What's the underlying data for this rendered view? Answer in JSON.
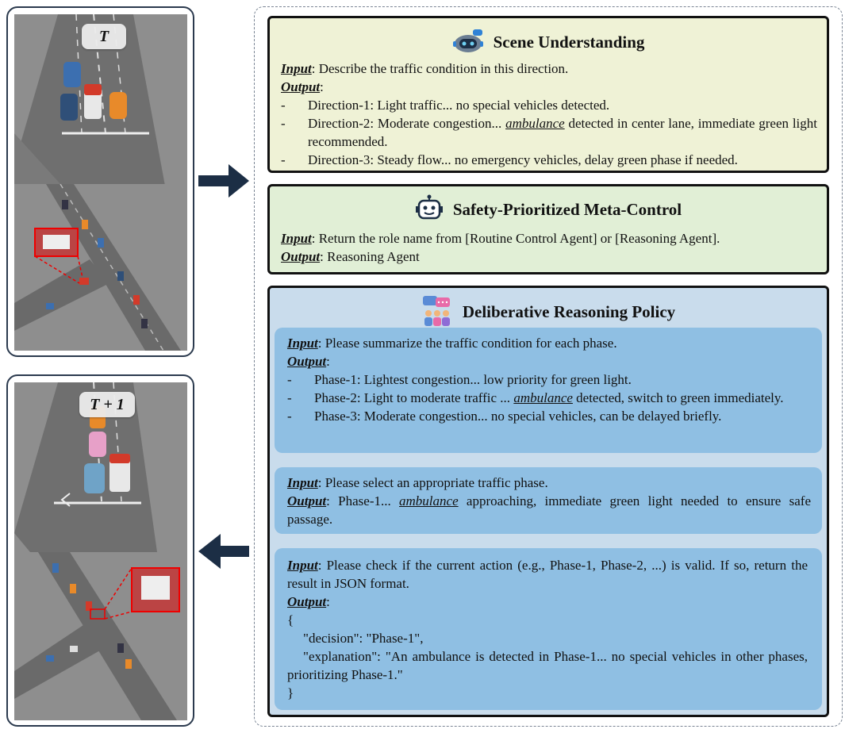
{
  "left": {
    "top_label": "T",
    "bottom_label": "T + 1"
  },
  "scene": {
    "title": "Scene Understanding",
    "input_kw": "Input",
    "input_text": ": Describe the traffic condition in this direction.",
    "output_kw": "Output",
    "items": [
      {
        "pre": "Direction-1: Light traffic... no special vehicles detected.",
        "amb": "",
        "post": ""
      },
      {
        "pre": "Direction-2: Moderate congestion... ",
        "amb": "ambulance",
        "post": " detected in center lane, immediate green light recommended."
      },
      {
        "pre": "Direction-3: Steady flow... no emergency vehicles, delay green phase if needed.",
        "amb": "",
        "post": ""
      }
    ]
  },
  "meta": {
    "title": "Safety-Prioritized Meta-Control",
    "input_kw": "Input",
    "input_text": ": Return the role name from [Routine Control Agent] or [Reasoning Agent].",
    "output_kw": "Output",
    "output_text": ": Reasoning Agent"
  },
  "delib": {
    "title": "Deliberative Reasoning Policy",
    "box1": {
      "input_kw": "Input",
      "input_text": ": Please summarize the traffic condition for each phase.",
      "output_kw": "Output",
      "items": [
        {
          "pre": "Phase-1: Lightest congestion... low priority for green light.",
          "amb": "",
          "post": ""
        },
        {
          "pre": "Phase-2: Light to moderate traffic ... ",
          "amb": "ambulance",
          "post": " detected, switch to green immediately."
        },
        {
          "pre": "Phase-3: Moderate congestion... no special vehicles, can be delayed briefly.",
          "amb": "",
          "post": ""
        }
      ]
    },
    "box2": {
      "input_kw": "Input",
      "input_text": ": Please select an appropriate traffic phase.",
      "output_kw": "Output",
      "output_pre": ": Phase-1... ",
      "output_amb": "ambulance",
      "output_post": " approaching, immediate green light needed to ensure safe passage."
    },
    "box3": {
      "input_kw": "Input",
      "input_text": ": Please check if the current action (e.g., Phase-1, Phase-2, ...) is valid. If so, return the result in JSON format.",
      "output_kw": "Output",
      "open_brace": "{",
      "decision_line": "\"decision\": \"Phase-1\",",
      "explanation_line": "\"explanation\": \"An ambulance is detected in Phase-1... no special vehicles in other phases, prioritizing Phase-1.\"",
      "close_brace": "}"
    }
  },
  "colors": {
    "scene_bg": "#eff2d6",
    "meta_bg": "#e1efd6",
    "delib_bg": "#c9dcec",
    "sub_bg": "#8fbfe3",
    "navy": "#1c2e45"
  }
}
